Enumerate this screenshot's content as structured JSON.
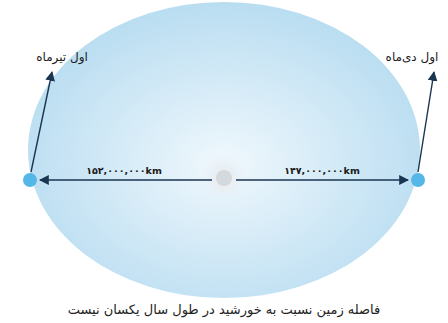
{
  "diagram": {
    "caption": "فاصله زمین نسبت به خورشید در طول سال یکسان نیست",
    "labels": [
      "اول تیرماه",
      "اول دی‌ماه",
      "۱۵۲,۰۰۰,۰۰۰km",
      "۱۴۷,۰۰۰,۰۰۰km"
    ]
  }
}
